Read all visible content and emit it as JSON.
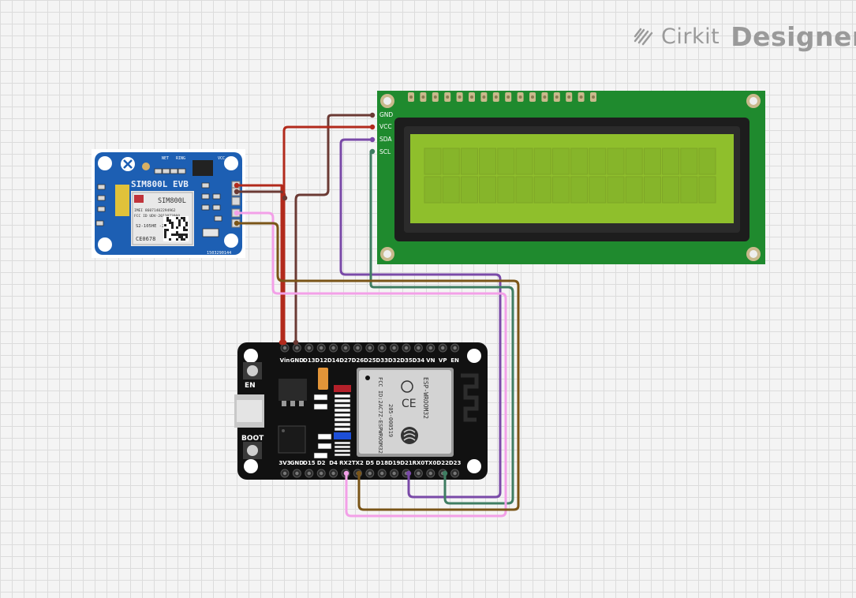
{
  "brand": {
    "part1": "Cirkit",
    "part2": "Designer",
    "icon": "cirkit-logo-icon"
  },
  "lcd": {
    "pins": [
      "GND",
      "VCC",
      "SDA",
      "SCL"
    ]
  },
  "sim": {
    "title": "SIM800L EVB",
    "chip_label": "SIM800L",
    "serial": "1503290144",
    "marks": [
      "NET",
      "RING",
      "VCC"
    ],
    "chip_lines": [
      "IMEI 86071402294962",
      "FCC ID UDV-2013073000"
    ],
    "chip_code": "S2-105HE -Z1A0M",
    "ce": "CE0678"
  },
  "esp32": {
    "top_pins": [
      "Vin",
      "GND",
      "D13",
      "D12",
      "D14",
      "D27",
      "D26",
      "D25",
      "D33",
      "D32",
      "D35",
      "D34",
      "VN",
      "VP",
      "EN"
    ],
    "bottom_pins": [
      "3V3",
      "GND",
      "D15",
      "D2",
      "D4",
      "RX2",
      "TX2",
      "D5",
      "D18",
      "D19",
      "D21",
      "RX0",
      "TX0",
      "D22",
      "D23"
    ],
    "button_en": "EN",
    "button_boot": "BOOT",
    "module_name": "ESP-WROOM32",
    "module_fcc": "FCC ID:2AC7Z-ESPWROOM32",
    "module_code": "205-000519"
  },
  "wires": [
    {
      "name": "wire-sim-vcc-to-esp-vin",
      "color": "#b22a1c"
    },
    {
      "name": "wire-sim-gnd-to-esp-gnd",
      "color": "#6b3a34"
    },
    {
      "name": "wire-lcd-gnd-to-esp-gnd",
      "color": "#6b3a34"
    },
    {
      "name": "wire-lcd-vcc-to-esp-vin",
      "color": "#b22a1c"
    },
    {
      "name": "wire-lcd-sda-to-esp-d21",
      "color": "#7a4aa8"
    },
    {
      "name": "wire-lcd-scl-to-esp-d22",
      "color": "#3f7d62"
    },
    {
      "name": "wire-sim-txd-to-esp-rx2",
      "color": "#f3a0e8"
    },
    {
      "name": "wire-sim-rxd-to-esp-tx2",
      "color": "#7a5518"
    }
  ]
}
